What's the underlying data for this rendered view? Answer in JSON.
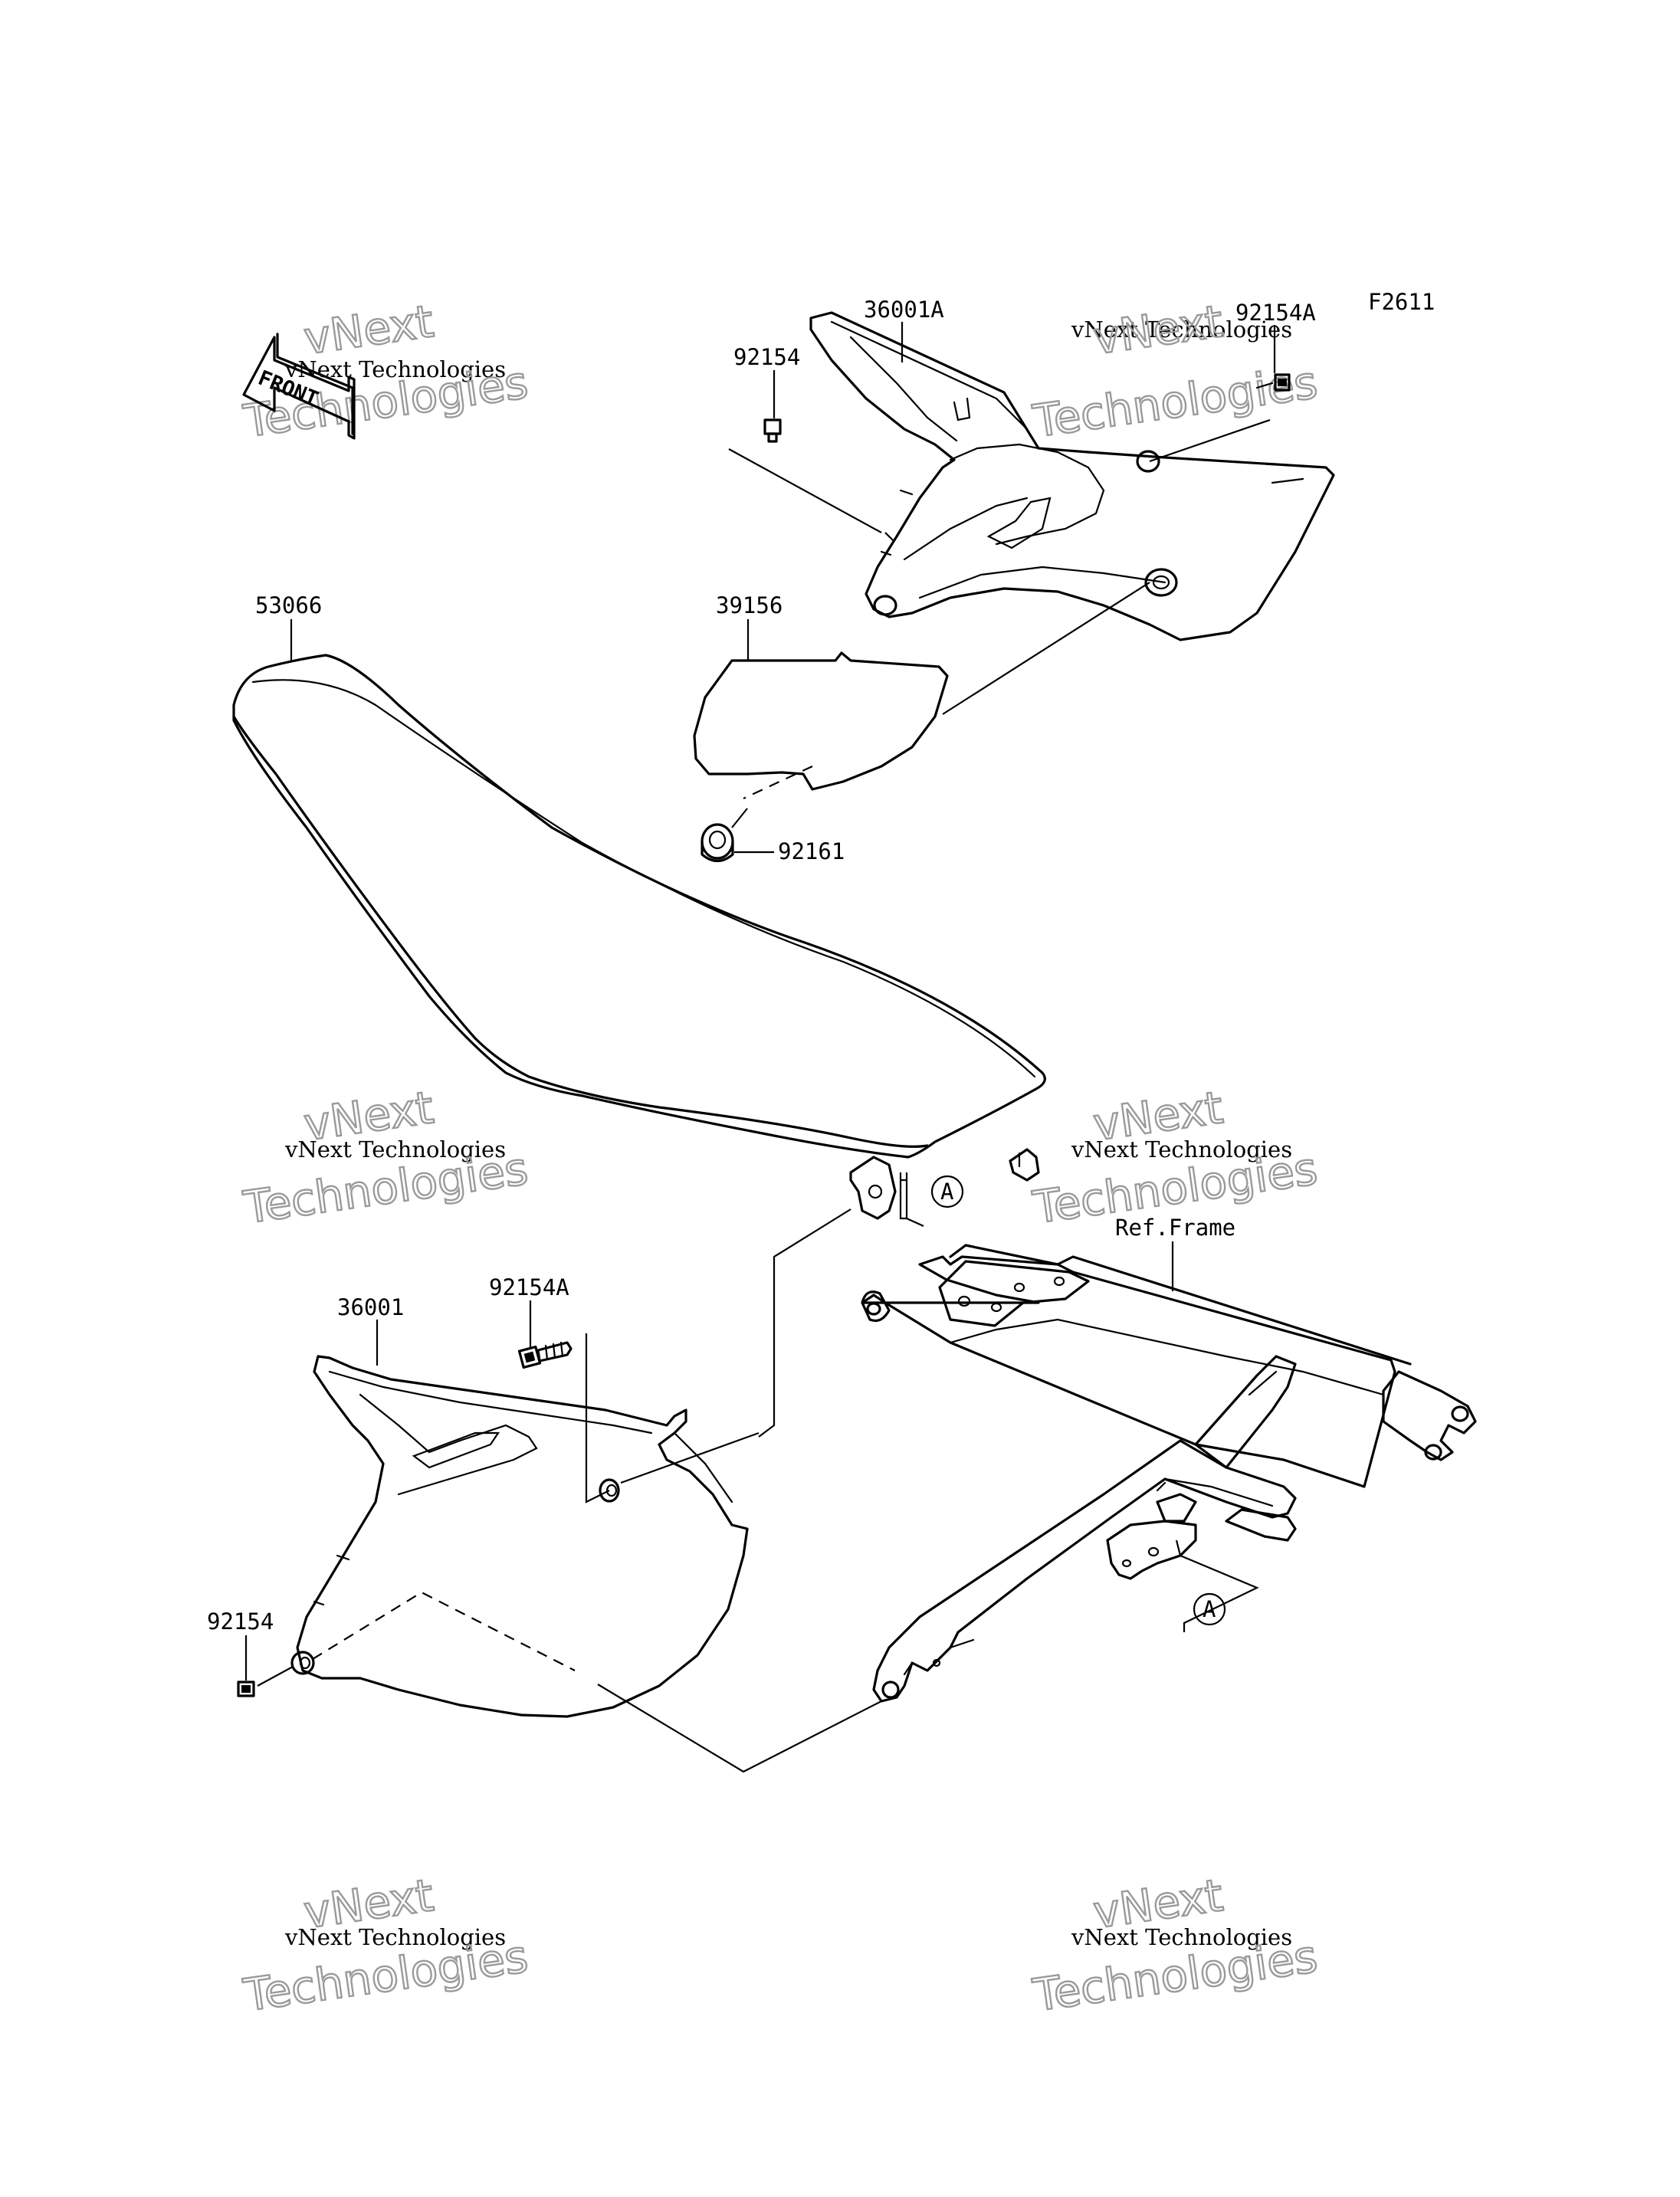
{
  "figure_code": "F2611",
  "front_marker": "FRONT",
  "reference_marker": "A",
  "ref_frame_label": "Ref.Frame",
  "watermark": {
    "line1": "vNext Technologies",
    "line2_a": "vNext",
    "line2_b": "Technologies"
  },
  "callouts": {
    "p36001A": "36001A",
    "p92154A_top": "92154A",
    "p92154_top": "92154",
    "p53066": "53066",
    "p39156": "39156",
    "p92161": "92161",
    "p36001": "36001",
    "p92154A_bottom": "92154A",
    "p92154_bottom": "92154"
  }
}
